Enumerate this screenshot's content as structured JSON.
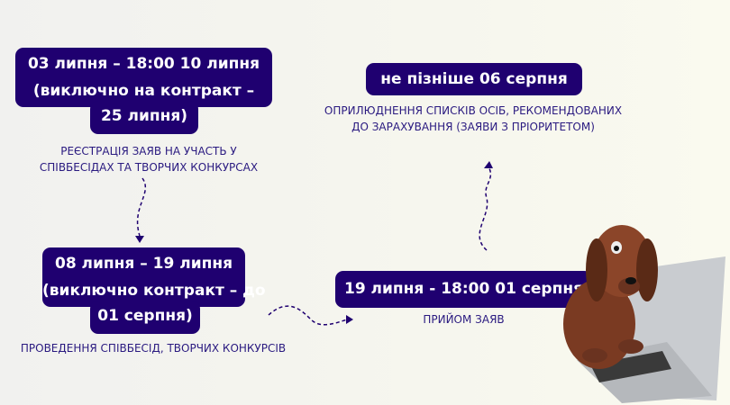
{
  "steps": [
    {
      "title_lines": [
        "03 липня – 18:00 10 липня",
        "(виключно на контракт –",
        "25 липня)"
      ],
      "caption_lines": [
        "РЕЄСТРАЦІЯ ЗАЯВ НА УЧАСТЬ У",
        "СПІВБЕСІДАХ ТА ТВОРЧИХ КОНКУРСАХ"
      ]
    },
    {
      "title_lines": [
        "08 липня – 19 липня",
        "(виключно контракт – до",
        "01 серпня)"
      ],
      "caption_lines": [
        "ПРОВЕДЕННЯ СПІВБЕСІД, ТВОРЧИХ КОНКУРСІВ"
      ]
    },
    {
      "title_lines": [
        "19 липня - 18:00 01 серпня"
      ],
      "caption_lines": [
        "ПРИЙОМ ЗАЯВ"
      ]
    },
    {
      "title_lines": [
        "не пізніше 06 серпня"
      ],
      "caption_lines": [
        "ОПРИЛЮДНЕННЯ СПИСКІВ ОСІБ, РЕКОМЕНДОВАНИХ",
        "ДО ЗАРАХУВАННЯ (ЗАЯВИ З ПРІОРИТЕТОМ)"
      ]
    }
  ],
  "colors": {
    "box": "#1f0070",
    "caption": "#2a1a80"
  }
}
